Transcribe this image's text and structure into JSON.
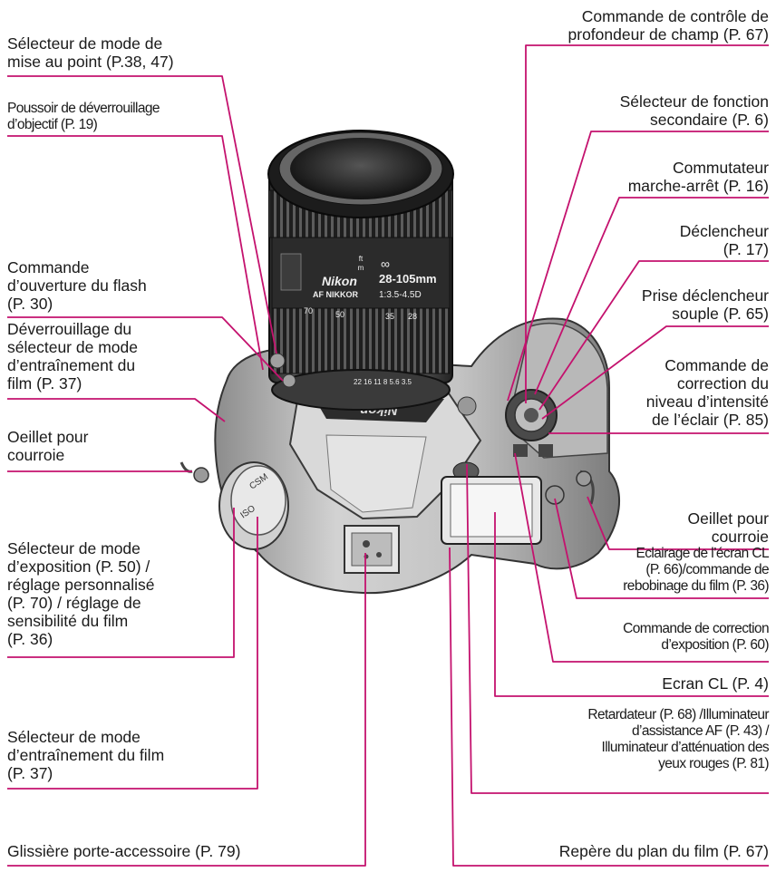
{
  "colors": {
    "leader": "#c4126e",
    "camera_body": "#c9c9c9",
    "camera_shadow": "#3a3a3a"
  },
  "lens_markings": {
    "brand": "Nikon",
    "line": "AF NIKKOR",
    "focal": "28-105mm",
    "aperture": "1:3.5-4.5D",
    "zoom_scale": [
      "28",
      "35",
      "50",
      "70"
    ],
    "distance_units": [
      "ft",
      "m"
    ],
    "aperture_scale": "22 16 11 8 5.6 3.5",
    "prism_brand": "Nikon"
  },
  "callouts": {
    "depth_of_field": "Commande de contrôle de\nprofondeur de champ (P. 67)",
    "focus_mode": "Sélecteur de mode de\nmise au point (P.38, 47)",
    "lens_release": "Poussoir de déverrouillage\nd’objectif (P. 19)",
    "sub_command": "Sélecteur de fonction\nsecondaire (P. 6)",
    "power_switch": "Commutateur\nmarche-arrêt (P. 16)",
    "shutter": "Déclencheur\n(P. 17)",
    "flash_popup": "Commande\nd’ouverture du flash\n(P. 30)",
    "cable_release": "Prise déclencheur\nsouple (P. 65)",
    "drive_release": "Déverrouillage du\nsélecteur de mode\nd’entraînement du\nfilm (P. 37)",
    "flash_comp": "Commande de\ncorrection du\nniveau d’intensité\nde l’éclair (P. 85)",
    "strap_left": "Oeillet pour\ncourroie",
    "strap_right": "Oeillet pour\ncourroie",
    "exposure_mode": "Sélecteur de mode\nd’exposition (P. 50) /\nréglage personnalisé\n(P. 70) / réglage de\nsensibilité du film\n(P. 36)",
    "lcd_illum": "Eclairage de l’écran CL\n(P. 66)/commande de\nrebobinage du film (P. 36)",
    "exposure_comp": "Commande de correction\nd’exposition (P. 60)",
    "lcd": "Ecran CL (P. 4)",
    "self_timer": "Retardateur (P. 68) /Illuminateur\nd’assistance AF (P. 43) /\nIlluminateur d’atténuation des\nyeux rouges (P. 81)",
    "drive_mode": "Sélecteur de mode\nd’entraînement du film\n(P. 37)",
    "accessory_shoe": "Glissière porte-accessoire (P. 79)",
    "film_plane": "Repère du plan du film (P. 67)"
  }
}
